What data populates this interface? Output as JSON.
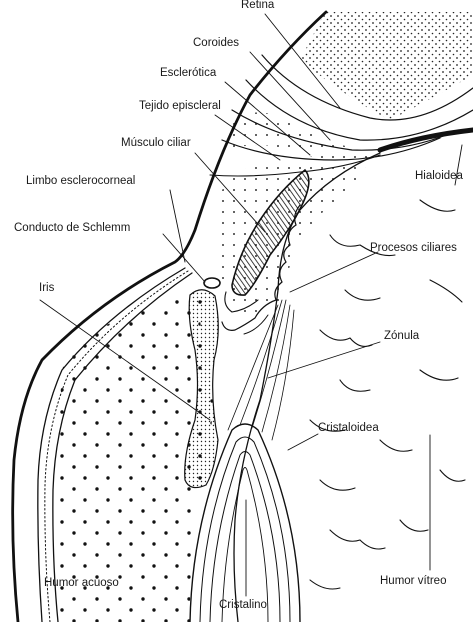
{
  "labels": {
    "retina": "Retina",
    "coroides": "Coroides",
    "esclerotica": "Esclerótica",
    "tejido_episcleral": "Tejido episcleral",
    "musculo_ciliar": "Músculo ciliar",
    "limbo": "Limbo esclerocorneal",
    "conducto_schlemm": "Conducto de Schlemm",
    "iris": "Iris",
    "hialoidea": "Hialoidea",
    "procesos_ciliares": "Procesos ciliares",
    "zonula": "Zónula",
    "cristaloidea": "Cristaloidea",
    "humor_acuoso": "Humor acuoso",
    "cristalino": "Cristalino",
    "humor_vitreo": "Humor vítreo"
  }
}
